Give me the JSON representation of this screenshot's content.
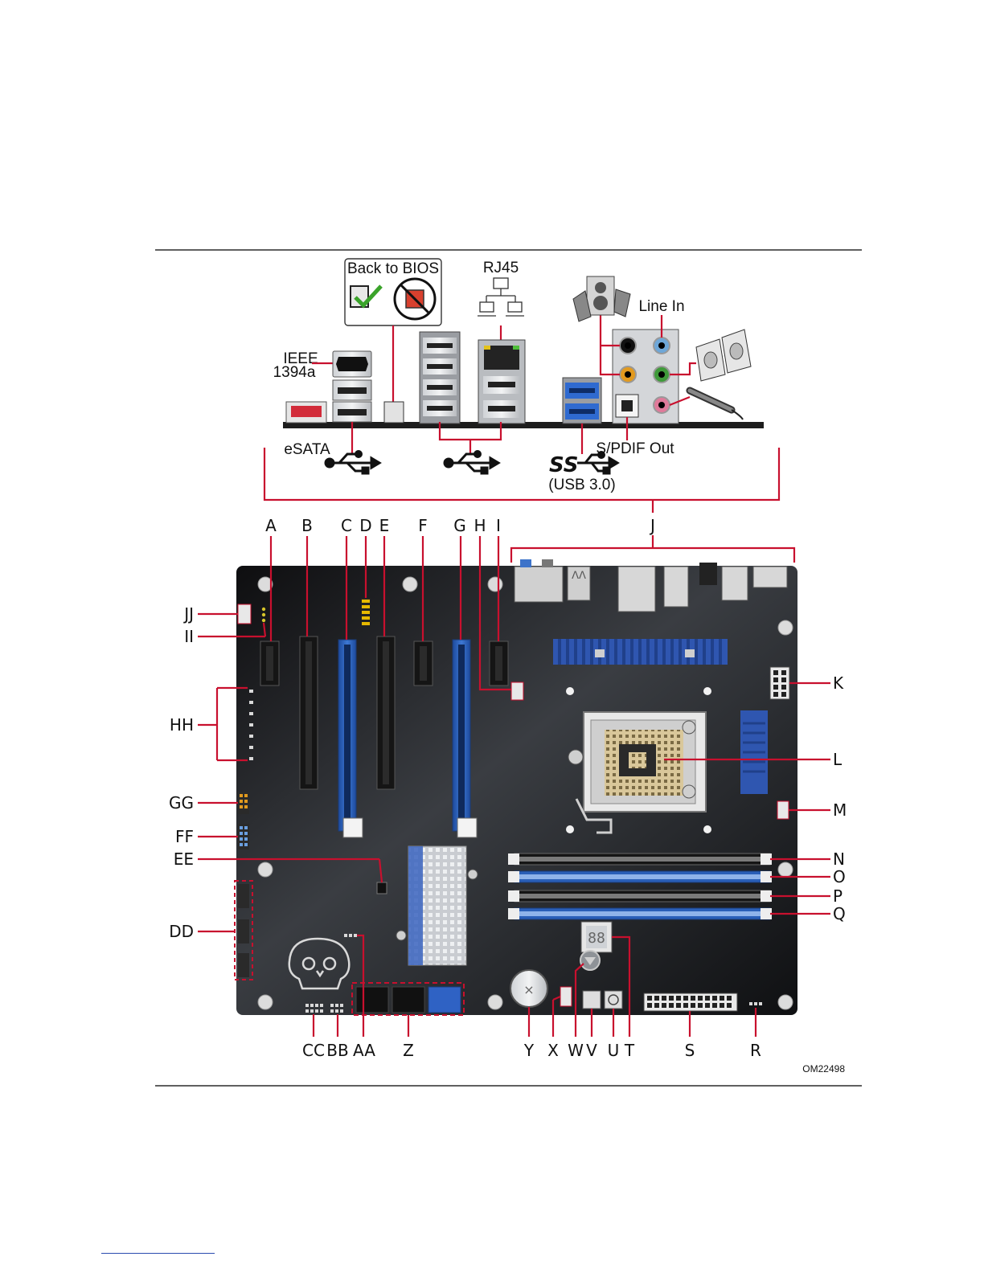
{
  "figure_id": "OM22498",
  "back_panel": {
    "back_to_bios": "Back to BIOS",
    "rj45": "RJ45",
    "line_in": "Line In",
    "ieee_line1": "IEEE",
    "ieee_line2": "1394a",
    "esata": "eSATA",
    "spdif": "S/PDIF Out",
    "ss_logo": "SS",
    "usb3": "(USB 3.0)"
  },
  "callouts_top": [
    {
      "id": "A",
      "text": "A"
    },
    {
      "id": "B",
      "text": "B"
    },
    {
      "id": "C",
      "text": "C"
    },
    {
      "id": "D",
      "text": "D"
    },
    {
      "id": "E",
      "text": "E"
    },
    {
      "id": "F",
      "text": "F"
    },
    {
      "id": "G",
      "text": "G"
    },
    {
      "id": "H",
      "text": "H"
    },
    {
      "id": "I",
      "text": "I"
    },
    {
      "id": "J",
      "text": "J"
    }
  ],
  "callouts_right": [
    {
      "id": "K",
      "text": "K"
    },
    {
      "id": "L",
      "text": "L"
    },
    {
      "id": "M",
      "text": "M"
    },
    {
      "id": "N",
      "text": "N"
    },
    {
      "id": "O",
      "text": "O"
    },
    {
      "id": "P",
      "text": "P"
    },
    {
      "id": "Q",
      "text": "Q"
    }
  ],
  "callouts_bottom": [
    {
      "id": "R",
      "text": "R"
    },
    {
      "id": "S",
      "text": "S"
    },
    {
      "id": "T",
      "text": "T"
    },
    {
      "id": "U",
      "text": "U"
    },
    {
      "id": "V",
      "text": "V"
    },
    {
      "id": "W",
      "text": "W"
    },
    {
      "id": "X",
      "text": "X"
    },
    {
      "id": "Y",
      "text": "Y"
    },
    {
      "id": "Z",
      "text": "Z"
    },
    {
      "id": "AA",
      "text": "AA"
    },
    {
      "id": "BB",
      "text": "BB"
    },
    {
      "id": "CC",
      "text": "CC"
    }
  ],
  "callouts_left": [
    {
      "id": "DD",
      "text": "DD"
    },
    {
      "id": "EE",
      "text": "EE"
    },
    {
      "id": "FF",
      "text": "FF"
    },
    {
      "id": "GG",
      "text": "GG"
    },
    {
      "id": "HH",
      "text": "HH"
    },
    {
      "id": "II",
      "text": "II"
    },
    {
      "id": "JJ",
      "text": "JJ"
    }
  ],
  "colors": {
    "leader": "#c8102e",
    "board": "#1c1c1e",
    "slot_blue": "#2a5fb8",
    "slot_black": "#151515",
    "heatsink_blue": "#2f56b0"
  }
}
